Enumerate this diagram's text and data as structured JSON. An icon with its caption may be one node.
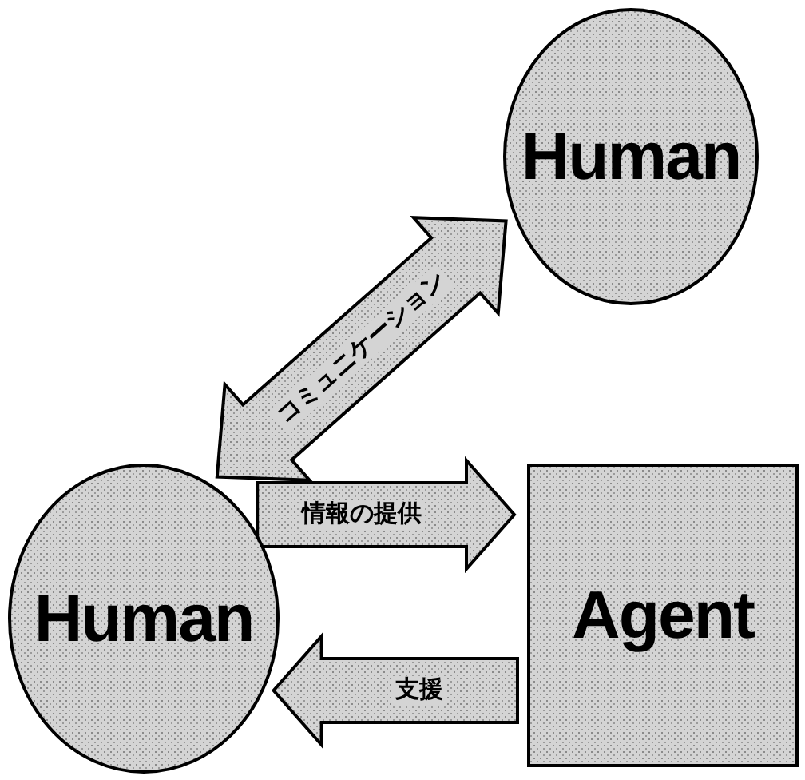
{
  "diagram": {
    "nodes": [
      {
        "text": [
          "Human"
        ]
      },
      {
        "text": [
          "Human"
        ]
      },
      {
        "text": [
          "Agent"
        ]
      }
    ],
    "edges": [
      {
        "from": 1,
        "to": 0,
        "arrow": "both",
        "label": "コミュニケーション"
      },
      {
        "from": 1,
        "to": 2,
        "arrow": "to",
        "label": "情報の提供"
      },
      {
        "from": 2,
        "to": 1,
        "arrow": "to",
        "label": "支援"
      }
    ]
  }
}
